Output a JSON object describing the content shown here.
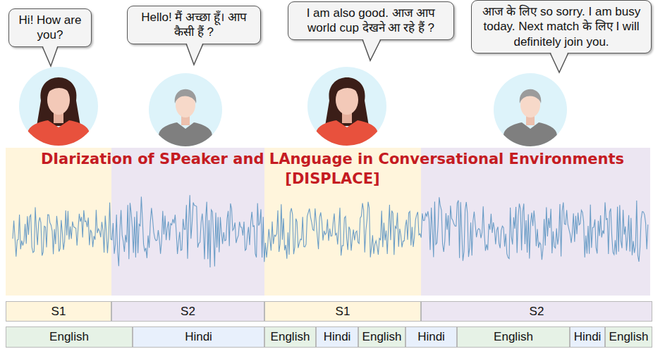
{
  "diagram": {
    "title": "DIarization of SPeaker and LAnguage in Conversational Environments [DISPLACE]",
    "nodes": [
      {
        "text": [
          "Hi! How are you?"
        ]
      },
      {
        "text": [
          "Hello! मैं अच्छा हूँ। आप कैसी हैं ?"
        ]
      },
      {
        "text": [
          "I am also good. आज आप world cup देखने आ रहे हैं ?"
        ]
      },
      {
        "text": [
          "आज के लिए so sorry. I am busy today. Next match के लिए I will definitely join you."
        ]
      },
      {
        "text": [
          "S1"
        ]
      },
      {
        "text": [
          "S2"
        ]
      },
      {
        "text": [
          "S1"
        ]
      },
      {
        "text": [
          "S2"
        ]
      },
      {
        "text": [
          "English"
        ]
      },
      {
        "text": [
          "Hindi"
        ]
      },
      {
        "text": [
          "English"
        ]
      },
      {
        "text": [
          "Hindi"
        ]
      },
      {
        "text": [
          "English"
        ]
      },
      {
        "text": [
          "Hindi"
        ]
      },
      {
        "text": [
          "English"
        ]
      },
      {
        "text": [
          "Hindi"
        ]
      },
      {
        "text": [
          "English"
        ]
      }
    ]
  }
}
